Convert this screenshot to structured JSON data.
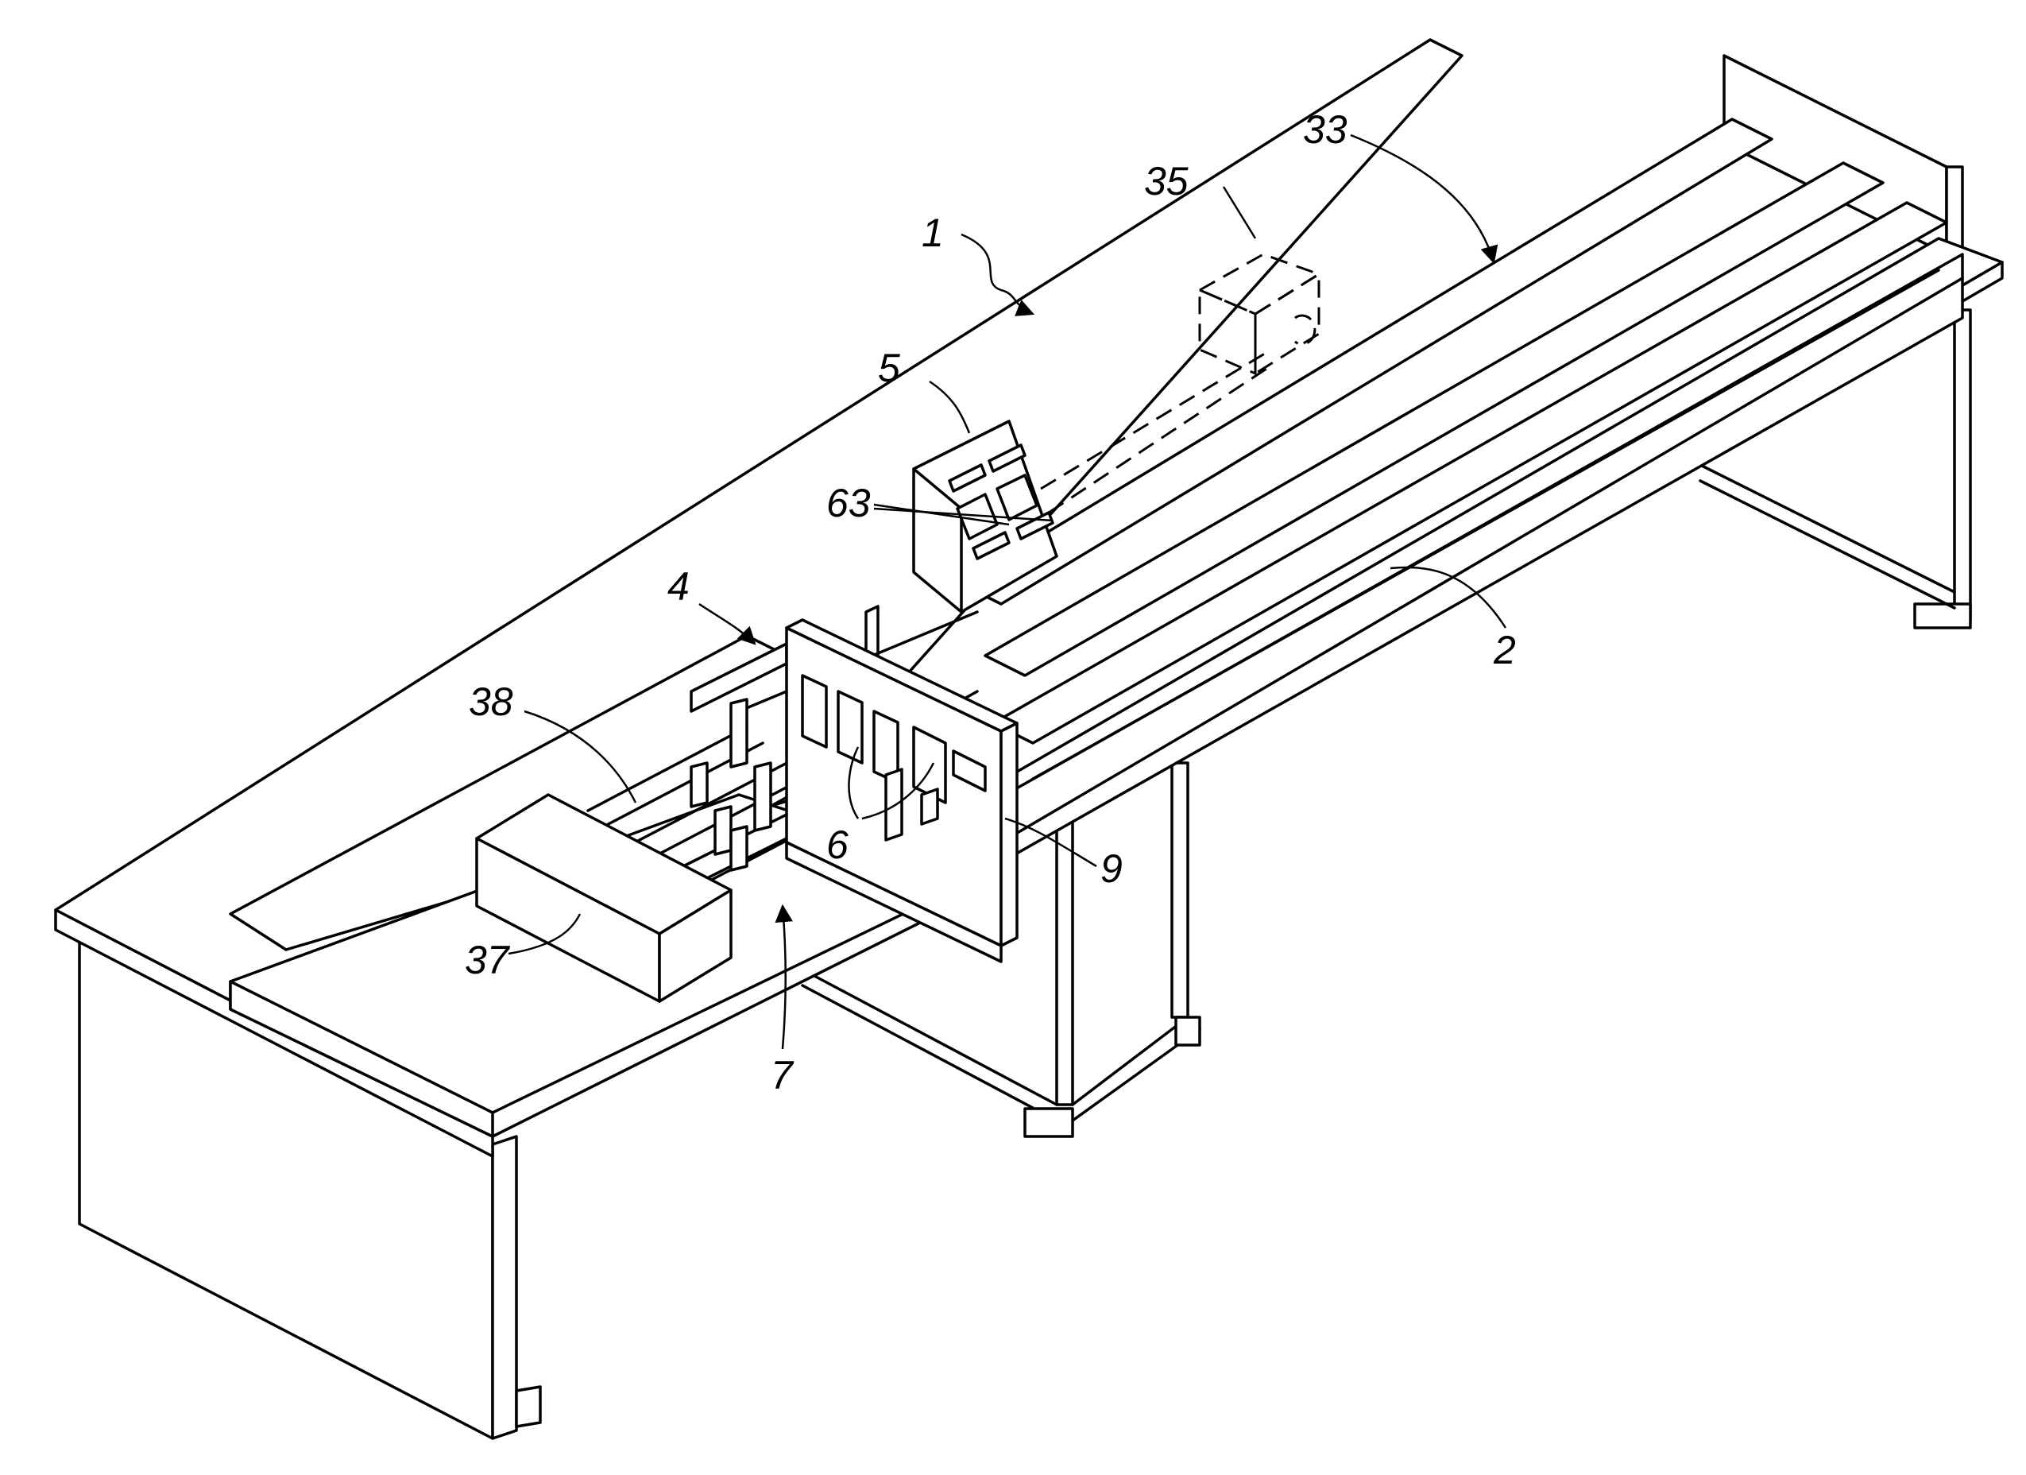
{
  "drawing": {
    "labels": [
      {
        "key": "apparatus",
        "text": "1"
      },
      {
        "key": "track",
        "text": "2"
      },
      {
        "key": "carriage",
        "text": "4"
      },
      {
        "key": "panel",
        "text": "5"
      },
      {
        "key": "slots",
        "text": "6"
      },
      {
        "key": "opening",
        "text": "7"
      },
      {
        "key": "plate",
        "text": "9"
      },
      {
        "key": "conveyor",
        "text": "33"
      },
      {
        "key": "camera",
        "text": "35"
      },
      {
        "key": "drive-box",
        "text": "37"
      },
      {
        "key": "rods",
        "text": "38"
      },
      {
        "key": "panel-windows",
        "text": "63"
      }
    ]
  }
}
